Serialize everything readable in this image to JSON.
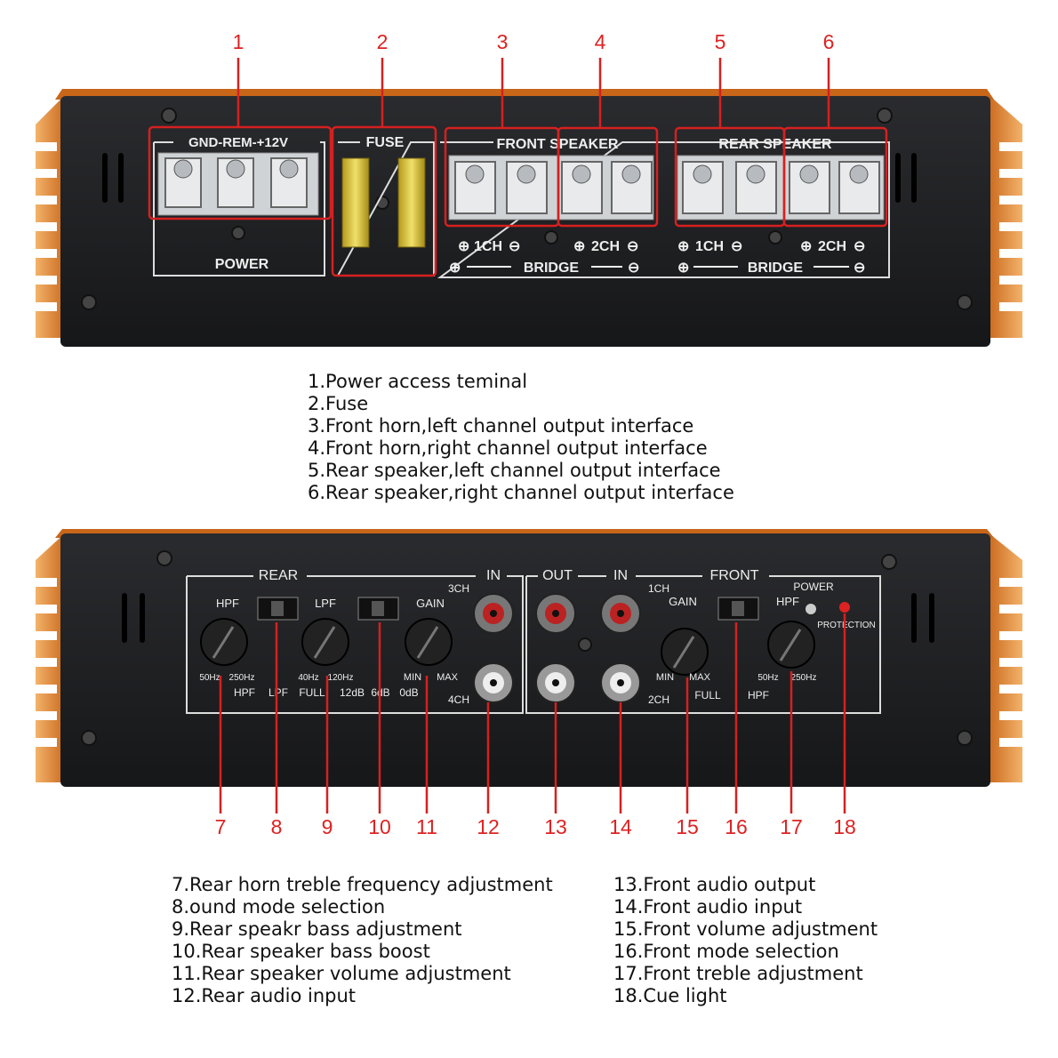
{
  "top_panel": {
    "section_labels": {
      "power_terminals": "GND-REM-+12V",
      "power": "POWER",
      "fuse": "FUSE",
      "front_speaker": "FRONT SPEAKER",
      "rear_speaker": "REAR SPEAKER",
      "ch1": "1CH",
      "ch2": "2CH",
      "bridge": "BRIDGE"
    },
    "callouts": [
      "1",
      "2",
      "3",
      "4",
      "5",
      "6"
    ]
  },
  "top_descriptions": [
    "1.Power access teminal",
    "2.Fuse",
    "3.Front horn,left channel output interface",
    "4.Front horn,right channel output interface",
    "5.Rear speaker,left channel output interface",
    "6.Rear speaker,right channel output interface"
  ],
  "bottom_panel": {
    "section_labels": {
      "rear": "REAR",
      "in": "IN",
      "out": "OUT",
      "front": "FRONT",
      "ch3": "3CH",
      "ch4": "4CH",
      "ch1": "1CH",
      "ch2": "2CH",
      "hpf": "HPF",
      "lpf": "LPF",
      "gain": "GAIN",
      "power": "POWER",
      "protection": "PROTECTION",
      "hz50": "50Hz",
      "hz250": "250Hz",
      "hz40": "40Hz",
      "hz120": "120Hz",
      "full": "FULL",
      "db12": "12dB",
      "db6": "6dB",
      "db0": "0dB",
      "min": "MIN",
      "max": "MAX"
    },
    "callouts": [
      "7",
      "8",
      "9",
      "10",
      "11",
      "12",
      "13",
      "14",
      "15",
      "16",
      "17",
      "18"
    ]
  },
  "bottom_descriptions_left": [
    "7.Rear horn treble frequency adjustment",
    "8.ound mode selection",
    "9.Rear speakr bass adjustment",
    "10.Rear speaker bass boost",
    "11.Rear speaker volume adjustment",
    "12.Rear audio input"
  ],
  "bottom_descriptions_right": [
    "13.Front audio output",
    "14.Front audio input",
    "15.Front volume adjustment",
    "16.Front mode selection",
    "17.Front treble adjustment",
    "18.Cue light"
  ],
  "colors": {
    "callout": "#d62020",
    "panel": "#1e1f22",
    "heatsink": "#e48a2c"
  }
}
